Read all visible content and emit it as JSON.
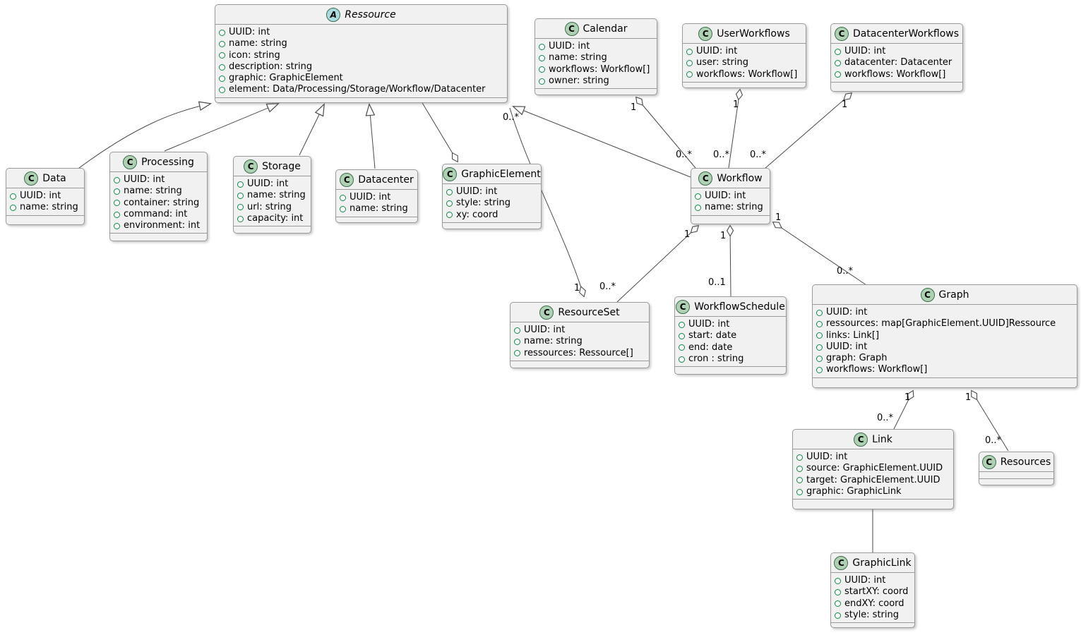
{
  "diagram_type": "uml-class-diagram",
  "classes": [
    {
      "id": "ressource",
      "letter": "A",
      "abstract": true,
      "name": "Ressource",
      "attributes": [
        "UUID: int",
        "name: string",
        "icon: string",
        "description: string",
        "graphic: GraphicElement",
        "element: Data/Processing/Storage/Workflow/Datacenter"
      ]
    },
    {
      "id": "calendar",
      "letter": "C",
      "abstract": false,
      "name": "Calendar",
      "attributes": [
        "UUID: int",
        "name: string",
        "workflows: Workflow[]",
        "owner: string"
      ]
    },
    {
      "id": "userworkflows",
      "letter": "C",
      "abstract": false,
      "name": "UserWorkflows",
      "attributes": [
        "UUID: int",
        "user: string",
        "workflows: Workflow[]"
      ]
    },
    {
      "id": "datacenterworkflows",
      "letter": "C",
      "abstract": false,
      "name": "DatacenterWorkflows",
      "attributes": [
        "UUID: int",
        "datacenter: Datacenter",
        "workflows: Workflow[]"
      ]
    },
    {
      "id": "data",
      "letter": "C",
      "abstract": false,
      "name": "Data",
      "attributes": [
        "UUID: int",
        "name: string"
      ]
    },
    {
      "id": "processing",
      "letter": "C",
      "abstract": false,
      "name": "Processing",
      "attributes": [
        "UUID: int",
        "name: string",
        "container: string",
        "command: int",
        "environment: int"
      ]
    },
    {
      "id": "storage",
      "letter": "C",
      "abstract": false,
      "name": "Storage",
      "attributes": [
        "UUID: int",
        "name: string",
        "url: string",
        "capacity: int"
      ]
    },
    {
      "id": "datacenter",
      "letter": "C",
      "abstract": false,
      "name": "Datacenter",
      "attributes": [
        "UUID: int",
        "name: string"
      ]
    },
    {
      "id": "graphicelement",
      "letter": "C",
      "abstract": false,
      "name": "GraphicElement",
      "attributes": [
        "UUID: int",
        "style: string",
        "xy: coord"
      ]
    },
    {
      "id": "workflow",
      "letter": "C",
      "abstract": false,
      "name": "Workflow",
      "attributes": [
        "UUID: int",
        "name: string"
      ]
    },
    {
      "id": "resourceset",
      "letter": "C",
      "abstract": false,
      "name": "ResourceSet",
      "attributes": [
        "UUID: int",
        "name: string",
        "ressources: Ressource[]"
      ]
    },
    {
      "id": "workflowschedule",
      "letter": "C",
      "abstract": false,
      "name": "WorkflowSchedule",
      "attributes": [
        "UUID: int",
        "start: date",
        "end: date",
        "cron : string"
      ]
    },
    {
      "id": "graph",
      "letter": "C",
      "abstract": false,
      "name": "Graph",
      "attributes": [
        "UUID: int",
        "ressources: map[GraphicElement.UUID]Ressource",
        "links: Link[]",
        "UUID: int",
        "graph: Graph",
        "workflows: Workflow[]"
      ]
    },
    {
      "id": "link",
      "letter": "C",
      "abstract": false,
      "name": "Link",
      "attributes": [
        "UUID: int",
        "source: GraphicElement.UUID",
        "target: GraphicElement.UUID",
        "graphic: GraphicLink"
      ]
    },
    {
      "id": "resources",
      "letter": "C",
      "abstract": false,
      "name": "Resources",
      "attributes": []
    },
    {
      "id": "graphiclink",
      "letter": "C",
      "abstract": false,
      "name": "GraphicLink",
      "attributes": [
        "UUID: int",
        "startXY: coord",
        "endXY: coord",
        "style: string"
      ]
    }
  ],
  "edges": {
    "data_ressource": {
      "type": "extends",
      "from": "Data",
      "to": "Ressource"
    },
    "processing_ressource": {
      "type": "extends",
      "from": "Processing",
      "to": "Ressource"
    },
    "storage_ressource": {
      "type": "extends",
      "from": "Storage",
      "to": "Ressource"
    },
    "datacenter_ressource": {
      "type": "extends",
      "from": "Datacenter",
      "to": "Ressource"
    },
    "workflow_ressource": {
      "type": "extends",
      "from": "Workflow",
      "to": "Ressource"
    },
    "ressource_graphicelement": {
      "type": "aggregation",
      "from": "Ressource",
      "to": "GraphicElement"
    },
    "calendar_workflow": {
      "type": "aggregation",
      "from": "Calendar",
      "to": "Workflow",
      "source_label": "1",
      "target_label": "0..*"
    },
    "userworkflows_workflow": {
      "type": "aggregation",
      "from": "UserWorkflows",
      "to": "Workflow",
      "source_label": "1",
      "target_label": "0..*"
    },
    "datacenterworkflows_workflow": {
      "type": "aggregation",
      "from": "DatacenterWorkflows",
      "to": "Workflow",
      "source_label": "1",
      "target_label": "0..*"
    },
    "workflow_resourceset": {
      "type": "aggregation",
      "from": "Workflow",
      "to": "ResourceSet",
      "source_label": "1",
      "target_label": "0..*"
    },
    "workflow_workflowschedule": {
      "type": "aggregation",
      "from": "Workflow",
      "to": "WorkflowSchedule",
      "source_label": "1",
      "target_label": "0..1"
    },
    "workflow_graph": {
      "type": "aggregation",
      "from": "Workflow",
      "to": "Graph",
      "source_label": "1",
      "target_label": "0..*"
    },
    "resourceset_ressource": {
      "type": "aggregation",
      "from": "ResourceSet",
      "to": "Ressource",
      "source_label": "1",
      "target_label": "0..*"
    },
    "graph_link": {
      "type": "aggregation",
      "from": "Graph",
      "to": "Link",
      "source_label": "1",
      "target_label": "0..*"
    },
    "graph_resources": {
      "type": "aggregation",
      "from": "Graph",
      "to": "Resources",
      "source_label": "1",
      "target_label": "0..*"
    },
    "link_graphiclink": {
      "type": "association",
      "from": "Link",
      "to": "GraphicLink"
    }
  },
  "colors": {
    "class_circle": "#ADD1B2",
    "abstract_circle": "#A9DCDF",
    "box_fill": "#F1F1F2",
    "box_border": "#9a9a9a",
    "edge": "#4a4a4a",
    "field_icon": "#0B8A42"
  }
}
